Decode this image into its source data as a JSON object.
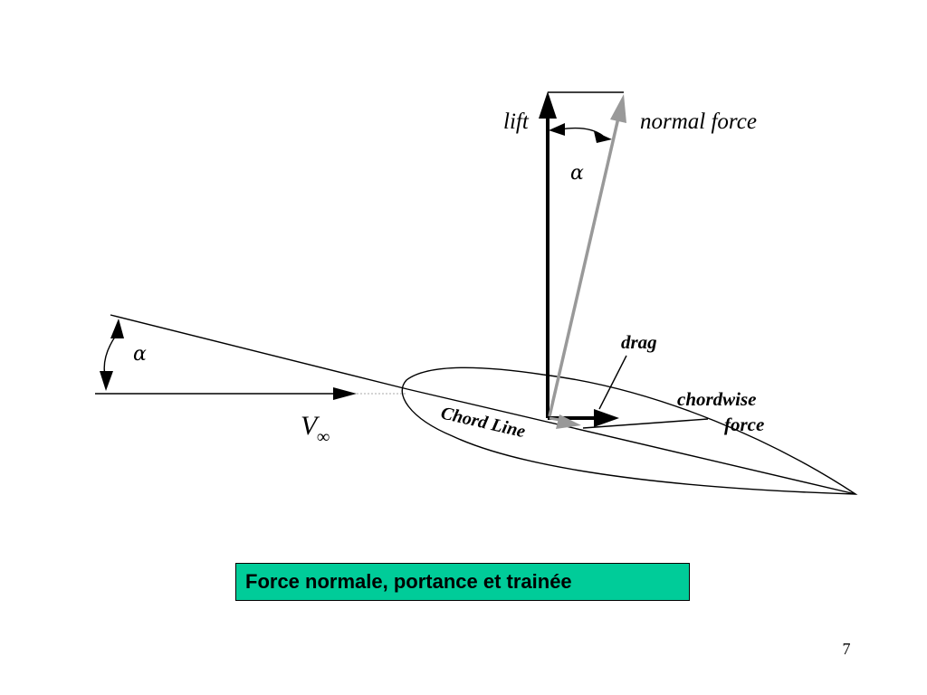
{
  "labels": {
    "lift": "lift",
    "normal_force": "normal force",
    "alpha_top": "α",
    "alpha_left": "α",
    "drag": "drag",
    "chordwise_line1": "chordwise",
    "chordwise_line2": "force",
    "chord_line": "Chord Line",
    "velocity_symbol": "V",
    "velocity_subscript": "∞"
  },
  "caption": {
    "text": "Force normale, portance et trainée",
    "background": "#00cc99"
  },
  "page_number": "7",
  "colors": {
    "lines": "#000000",
    "normal_force_arrow": "#999999",
    "background": "#ffffff"
  }
}
